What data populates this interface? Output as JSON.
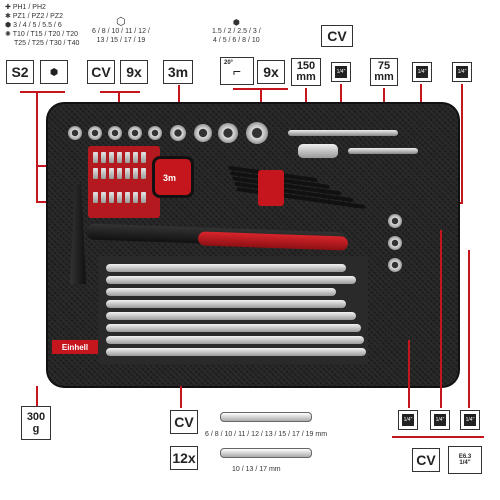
{
  "bits": {
    "ph": "PH1 / PH2",
    "pz": "PZ1 / PZ2 / PZ2",
    "hex": "3 / 4 / 5 / 5.5 / 6",
    "torx1": "T10 / T15 / T20 / T20",
    "torx2": "T25 / T25 / T30 / T40"
  },
  "sockets": {
    "line1": "6 / 8 / 10 / 11 / 12 /",
    "line2": "13 / 15 / 17 / 19"
  },
  "hexkeys": {
    "line1": "1.5 / 2 / 2.5 / 3 /",
    "line2": "4 / 5 / 6 / 8 / 10"
  },
  "labels": {
    "s2": "S2",
    "cv": "CV",
    "count9": "9x",
    "tape": "3m",
    "hex_angle": "20°",
    "extension_150": "150",
    "extension_150_unit": "mm",
    "extension_75": "75",
    "extension_75_unit": "mm",
    "hammer_weight": "300",
    "hammer_unit": "g",
    "wrench_count": "12x",
    "wrench_sizes_1": "6 / 8 / 10 / 11 / 12 / 13 / 15 / 17 / 19 mm",
    "wrench_sizes_2": "10 / 13 / 17 mm",
    "drive_quarter": "1/4\"",
    "adapter_small": "1/4\"",
    "adapter_hex": "E6.3",
    "brand": "Einhell",
    "tape_label": "3m"
  }
}
